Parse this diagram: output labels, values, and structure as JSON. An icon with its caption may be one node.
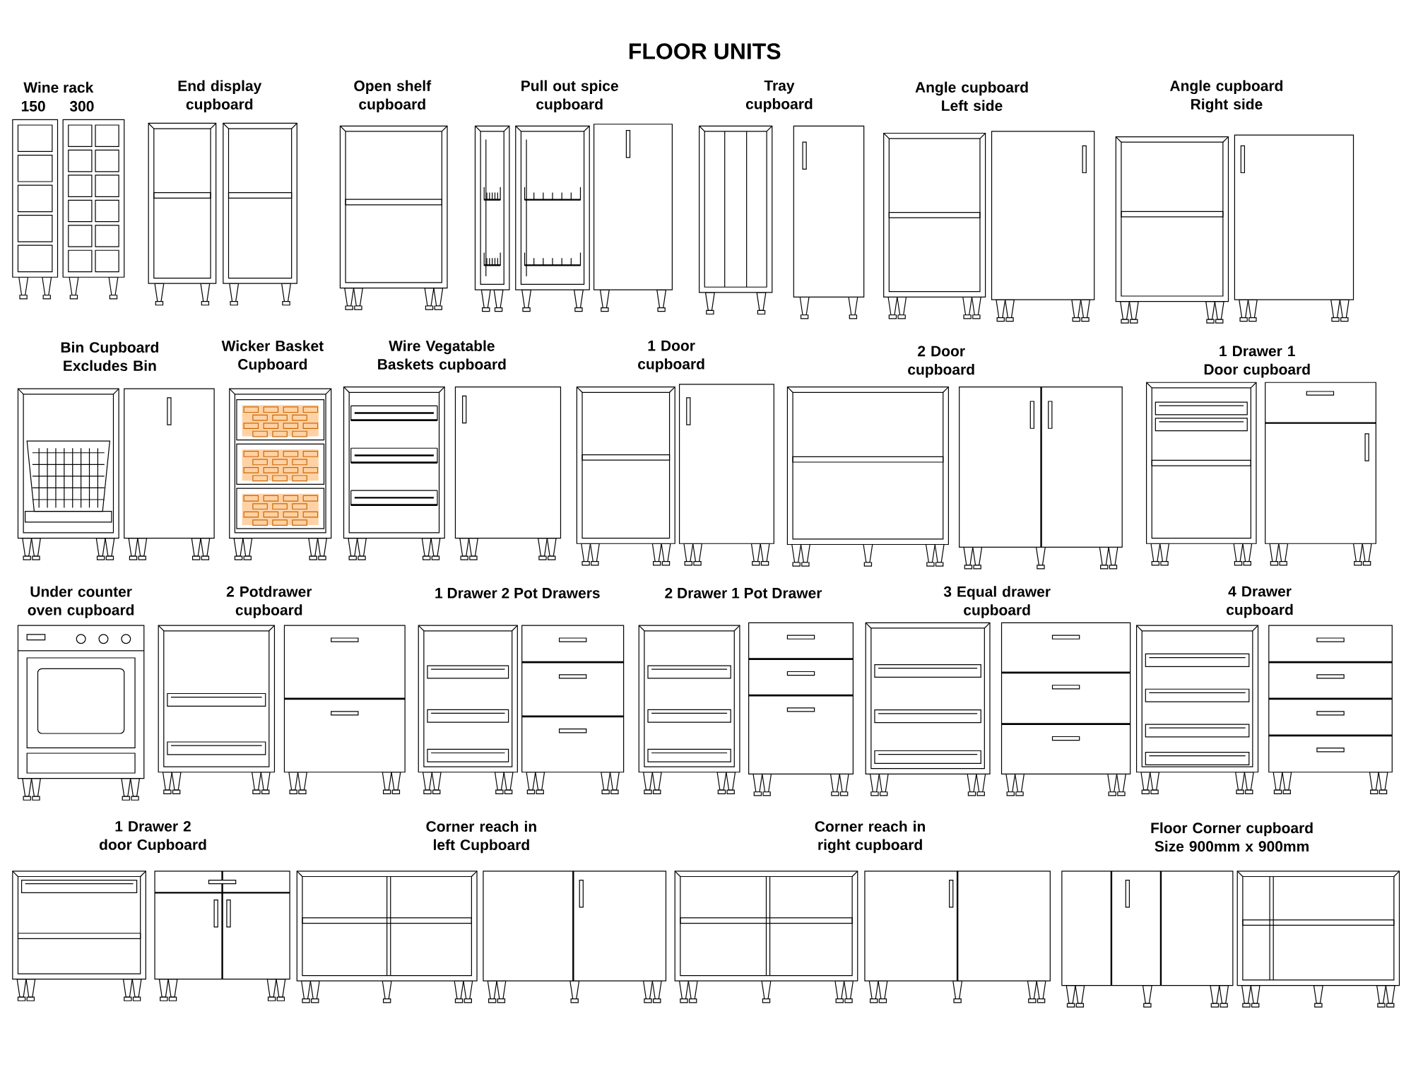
{
  "diagram": {
    "title": "FLOOR UNITS",
    "labels": [
      "Wine rack",
      "150",
      "300",
      "End display cupboard",
      "Open shelf cupboard",
      "Pull out spice cupboard",
      "Tray cupboard",
      "Angle cupboard Left side",
      "Angle cupboard Right side",
      "Bin Cupboard Excludes Bin",
      "Wicker Basket Cupboard",
      "Wire Vegatable Baskets cupboard",
      "1 Door cupboard",
      "2 Door cupboard",
      "1 Drawer 1 Door cupboard",
      "Under counter oven cupboard",
      "2 Potdrawer cupboard",
      "1 Drawer 2 Pot Drawers",
      "2 Drawer 1 Pot Drawer",
      "3 Equal drawer cupboard",
      "4 Drawer cupboard",
      "1 Drawer 2 door Cupboard",
      "Corner reach in left Cupboard",
      "Corner reach in right cupboard",
      "Floor Corner cupboard Size 900mm x 900mm"
    ]
  }
}
